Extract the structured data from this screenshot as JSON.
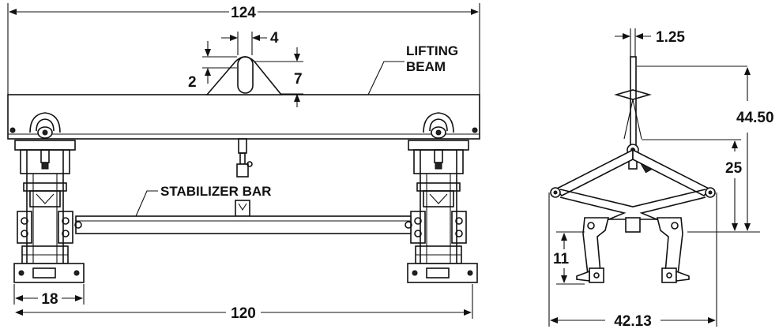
{
  "dimensions": {
    "overall_width": "124",
    "pad_spacing": "120",
    "pad_width": "18",
    "lug_width": "4",
    "lug_offset": "2",
    "lug_height": "7",
    "hook_thickness": "1.25",
    "hook_height": "44.50",
    "pivot_height": "25",
    "jaw_height": "11",
    "jaw_span": "42.13"
  },
  "labels": {
    "lifting_beam_line1": "LIFTING",
    "lifting_beam_line2": "BEAM",
    "stabilizer_bar": "STABILIZER BAR"
  },
  "colors": {
    "line": "#111111",
    "background": "#ffffff"
  }
}
